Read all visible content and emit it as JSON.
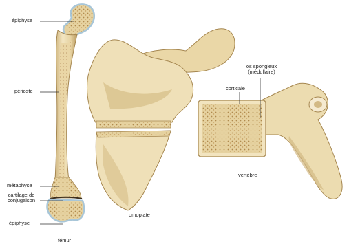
{
  "labels": {
    "epiphyse_top": "épiphyse",
    "perioste": "périoste",
    "metaphyse": "métaphyse",
    "cartilage_line1": "cartilage de",
    "cartilage_line2": "conjugaison",
    "epiphyse_bottom": "épiphyse",
    "femur": "fémur",
    "omoplate": "omoplate",
    "corticale": "corticale",
    "os_spongieux_line1": "os spongieux",
    "os_spongieux_line2": "(médullaire)",
    "vertebre": "vertèbre"
  },
  "colors": {
    "bone_light": "#f1e3bd",
    "bone_mid": "#dcc48f",
    "bone_shadow": "#b89a5f",
    "cartilage_blue": "#a9c7d8",
    "leader_line": "#333333"
  }
}
